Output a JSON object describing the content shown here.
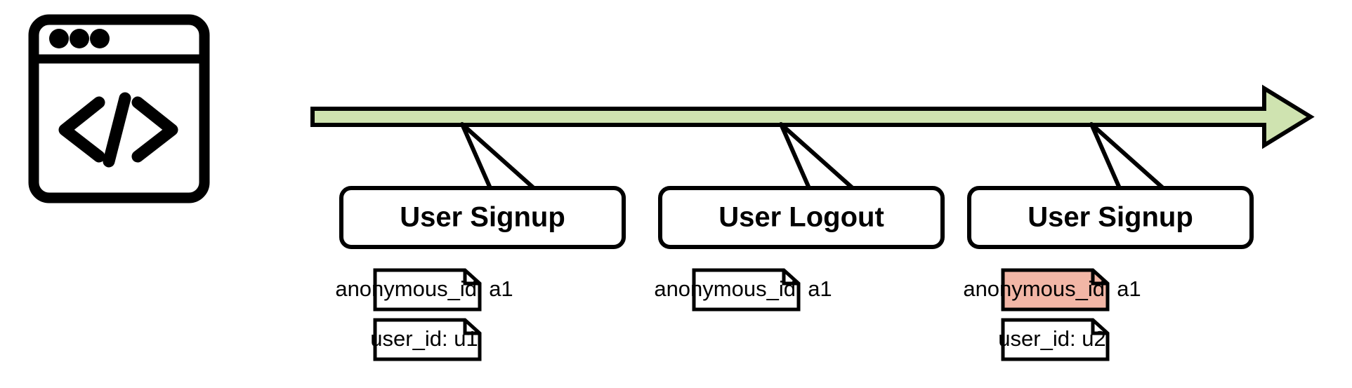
{
  "diagram": {
    "title": "User event timeline with identity properties",
    "colors": {
      "timeline_fill": "#cfe3b0",
      "timeline_stroke": "#000000",
      "box_fill": "#ffffff",
      "box_stroke": "#000000",
      "note_fill": "#ffffff",
      "note_highlight_fill": "#f2b6a6",
      "note_stroke": "#000000",
      "icon_color": "#000000"
    },
    "icon": {
      "name": "code-window-icon",
      "glyph": "</>",
      "dots": 3
    },
    "timeline": {
      "name": "timeline-arrow",
      "direction": "right",
      "label": ""
    },
    "events": [
      {
        "label": "User Signup",
        "highlighted": false,
        "properties": [
          {
            "text": "anonymous_id: a1",
            "highlighted": false
          },
          {
            "text": "user_id: u1",
            "highlighted": false
          }
        ]
      },
      {
        "label": "User Logout",
        "highlighted": false,
        "properties": [
          {
            "text": "anonymous_id: a1",
            "highlighted": false
          }
        ]
      },
      {
        "label": "User Signup",
        "highlighted": false,
        "properties": [
          {
            "text": "anonymous_id: a1",
            "highlighted": true
          },
          {
            "text": "user_id: u2",
            "highlighted": false
          }
        ]
      }
    ]
  }
}
